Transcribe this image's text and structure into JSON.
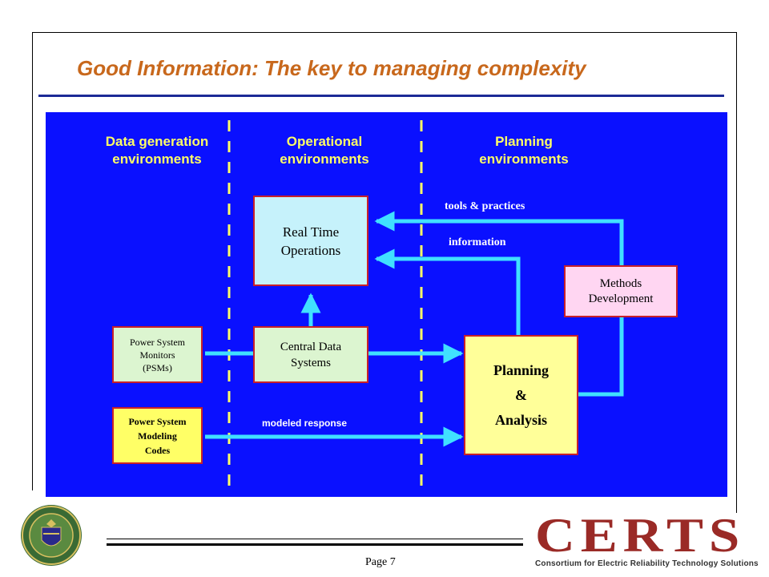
{
  "slide": {
    "title": "Good Information: The key to managing complexity",
    "page": "Page 7"
  },
  "columns": [
    {
      "line1": "Data generation",
      "line2": "environments"
    },
    {
      "line1": "Operational",
      "line2": "environments"
    },
    {
      "line1": "Planning",
      "line2": "environments"
    }
  ],
  "boxes": {
    "rto": {
      "line1": "Real Time",
      "line2": "Operations"
    },
    "cds": {
      "line1": "Central Data",
      "line2": "Systems"
    },
    "psm": {
      "line1": "Power System",
      "line2": "Monitors",
      "line3": "(PSMs)"
    },
    "pscodes": {
      "line1": "Power System",
      "line2": "Modeling",
      "line3": "Codes"
    },
    "methods": {
      "line1": "Methods",
      "line2": "Development"
    },
    "planning": {
      "line1": "Planning",
      "line2": "&",
      "line3": "Analysis"
    }
  },
  "arrow_labels": {
    "tools": "tools & practices",
    "information": "information",
    "modeled": "modeled response"
  },
  "logo": {
    "certs_word": "CERTS",
    "certs_tagline": "Consortium for Electric Reliability Technology Solutions"
  },
  "colors": {
    "panel": "#0a10ff",
    "title": "#c8681c",
    "column_heading": "#ffff66",
    "arrow": "#40e0ff",
    "box_border": "#c8202a",
    "rto_fill": "#c6f2fb",
    "cds_fill": "#dcf5d0",
    "psm_fill": "#dcf5d0",
    "codes_fill": "#ffff66",
    "methods_fill": "#ffd6f2",
    "planning_fill": "#ffff99",
    "certs": "#9a2a26"
  }
}
